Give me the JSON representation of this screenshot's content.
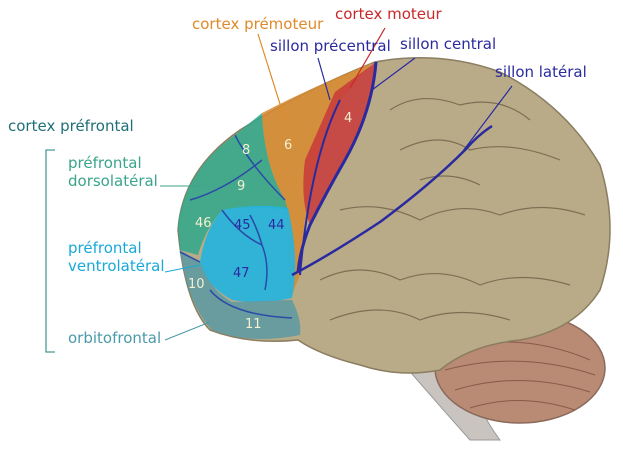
{
  "labels": {
    "premotor": "cortex prémoteur",
    "motor": "cortex moteur",
    "precentral_sulcus": "sillon précentral",
    "central_sulcus": "sillon central",
    "lateral_sulcus": "sillon latéral",
    "prefrontal": "cortex préfrontal",
    "dorsolateral_1": "préfrontal",
    "dorsolateral_2": "dorsolatéral",
    "ventrolateral_1": "préfrontal",
    "ventrolateral_2": "ventrolatéral",
    "orbitofrontal": "orbitofrontal"
  },
  "areas": {
    "a8": "8",
    "a6": "6",
    "a4": "4",
    "a9": "9",
    "a46": "46",
    "a45": "45",
    "a44": "44",
    "a47": "47",
    "a10": "10",
    "a11": "11"
  },
  "colors": {
    "premotor": "#e08a2a",
    "motor": "#c8282a",
    "sulcus": "#2a2aa0",
    "prefrontal": "#1f6f78",
    "dorsolateral": "#3aa58a",
    "ventrolateral": "#19a9d8",
    "orbitofrontal": "#4a9aa8",
    "brain": "#b9ab88",
    "cerebellum": "#b98a74"
  }
}
